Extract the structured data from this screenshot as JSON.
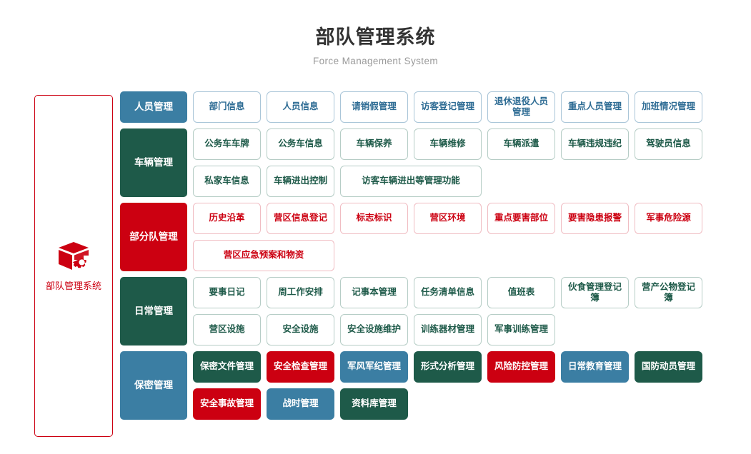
{
  "header": {
    "title": "部队管理系统",
    "subtitle": "Force Management System"
  },
  "sidebar": {
    "icon": "cube-gear-icon",
    "label": "部队管理系统",
    "border_color": "#cc0011",
    "text_color": "#cc0011"
  },
  "palette": {
    "blue": "#3b7ea3",
    "green": "#1e5a49",
    "red": "#cc0011",
    "title_gray": "#333333",
    "subtitle_gray": "#9a9a9a"
  },
  "categories": [
    {
      "label": "人员管理",
      "color": "blue",
      "cards": [
        {
          "label": "部门信息",
          "style": "o-blue",
          "wide": false
        },
        {
          "label": "人员信息",
          "style": "o-blue",
          "wide": false
        },
        {
          "label": "请销假管理",
          "style": "o-blue",
          "wide": false
        },
        {
          "label": "访客登记管理",
          "style": "o-blue",
          "wide": false
        },
        {
          "label": "退休退役人员管理",
          "style": "o-blue",
          "wide": false
        },
        {
          "label": "重点人员管理",
          "style": "o-blue",
          "wide": false
        },
        {
          "label": "加班情况管理",
          "style": "o-blue",
          "wide": false
        }
      ]
    },
    {
      "label": "车辆管理",
      "color": "green",
      "cards": [
        {
          "label": "公务车车牌",
          "style": "o-green",
          "wide": false
        },
        {
          "label": "公务车信息",
          "style": "o-green",
          "wide": false
        },
        {
          "label": "车辆保养",
          "style": "o-green",
          "wide": false
        },
        {
          "label": "车辆维修",
          "style": "o-green",
          "wide": false
        },
        {
          "label": "车辆派遣",
          "style": "o-green",
          "wide": false
        },
        {
          "label": "车辆违规违纪",
          "style": "o-green",
          "wide": false
        },
        {
          "label": "驾驶员信息",
          "style": "o-green",
          "wide": false
        },
        {
          "label": "私家车信息",
          "style": "o-green",
          "wide": false
        },
        {
          "label": "车辆进出控制",
          "style": "o-green",
          "wide": false
        },
        {
          "label": "访客车辆进出等管理功能",
          "style": "o-green",
          "wide": true
        }
      ]
    },
    {
      "label": "部分队管理",
      "color": "red",
      "cards": [
        {
          "label": "历史沿革",
          "style": "o-red",
          "wide": false
        },
        {
          "label": "营区信息登记",
          "style": "o-red",
          "wide": false
        },
        {
          "label": "标志标识",
          "style": "o-red",
          "wide": false
        },
        {
          "label": "营区环境",
          "style": "o-red",
          "wide": false
        },
        {
          "label": "重点要害部位",
          "style": "o-red",
          "wide": false
        },
        {
          "label": "要害隐患报警",
          "style": "o-red",
          "wide": false
        },
        {
          "label": "军事危险源",
          "style": "o-red",
          "wide": false
        },
        {
          "label": "营区应急预案和物资",
          "style": "o-red",
          "wide": true
        }
      ]
    },
    {
      "label": "日常管理",
      "color": "green",
      "cards": [
        {
          "label": "要事日记",
          "style": "o-green",
          "wide": false
        },
        {
          "label": "周工作安排",
          "style": "o-green",
          "wide": false
        },
        {
          "label": "记事本管理",
          "style": "o-green",
          "wide": false
        },
        {
          "label": "任务清单信息",
          "style": "o-green",
          "wide": false
        },
        {
          "label": "值班表",
          "style": "o-green",
          "wide": false
        },
        {
          "label": "伙食管理登记簿",
          "style": "o-green",
          "wide": false
        },
        {
          "label": "营产公物登记簿",
          "style": "o-green",
          "wide": false
        },
        {
          "label": "营区设施",
          "style": "o-green",
          "wide": false
        },
        {
          "label": "安全设施",
          "style": "o-green",
          "wide": false
        },
        {
          "label": "安全设施维护",
          "style": "o-green",
          "wide": false
        },
        {
          "label": "训练器材管理",
          "style": "o-green",
          "wide": false
        },
        {
          "label": "军事训练管理",
          "style": "o-green",
          "wide": false
        }
      ]
    },
    {
      "label": "保密管理",
      "color": "blue",
      "cards": [
        {
          "label": "保密文件管理",
          "style": "f-green",
          "wide": false
        },
        {
          "label": "安全检查管理",
          "style": "f-red",
          "wide": false
        },
        {
          "label": "军风军纪管理",
          "style": "f-blue",
          "wide": false
        },
        {
          "label": "形式分析管理",
          "style": "f-green",
          "wide": false
        },
        {
          "label": "风险防控管理",
          "style": "f-red",
          "wide": false
        },
        {
          "label": "日常教育管理",
          "style": "f-blue",
          "wide": false
        },
        {
          "label": "国防动员管理",
          "style": "f-green",
          "wide": false
        },
        {
          "label": "安全事故管理",
          "style": "f-red",
          "wide": false
        },
        {
          "label": "战时管理",
          "style": "f-blue",
          "wide": false
        },
        {
          "label": "资料库管理",
          "style": "f-green",
          "wide": false
        }
      ]
    }
  ]
}
